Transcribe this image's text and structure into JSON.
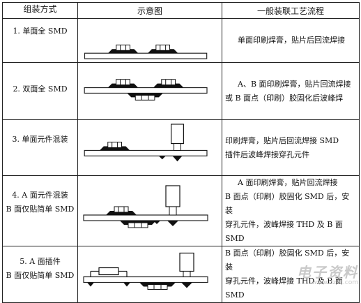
{
  "headers": {
    "col1": "组装方式",
    "col2": "示意图",
    "col3": "一般装联工艺流程"
  },
  "rows": [
    {
      "mode": [
        "1. 单面全 SMD"
      ],
      "process": [
        "单面印刷焊膏，贴片后回流焊接"
      ]
    },
    {
      "mode": [
        "2. 双面全 SMD"
      ],
      "process": [
        "A、B 面印刷焊膏，贴片回流焊接",
        "或 B 面点（印刷）胶固化后波峰焊"
      ]
    },
    {
      "mode": [
        "3. 单面元件混装"
      ],
      "process": [
        "印刷焊膏，贴片后回流焊接 SMD",
        "插件后波峰焊接穿孔元件"
      ]
    },
    {
      "mode": [
        "4. A 面元件混装",
        "B 面仅贴简单 SMD"
      ],
      "process": [
        "A 面印刷焊膏，贴片回流焊接",
        "B 面点（印刷）胶固化 SMD 后，安装",
        "穿孔元件，波峰焊接 THD 及 B 面 SMD"
      ]
    },
    {
      "mode": [
        "5. A 面插件",
        "B 面仅贴简单 SMD"
      ],
      "process": [
        "B 面点（印刷）胶固化 SMD 后，安装",
        "穿孔元件，波峰焊接 THD 及 B 面 SMD"
      ]
    }
  ],
  "watermark": {
    "title": "电子资料",
    "url": "www.dzsc.com"
  },
  "colors": {
    "line": "#222222",
    "board_fill": "#ffffff",
    "solder": "#111111",
    "watermark": "#c9c9c9"
  }
}
